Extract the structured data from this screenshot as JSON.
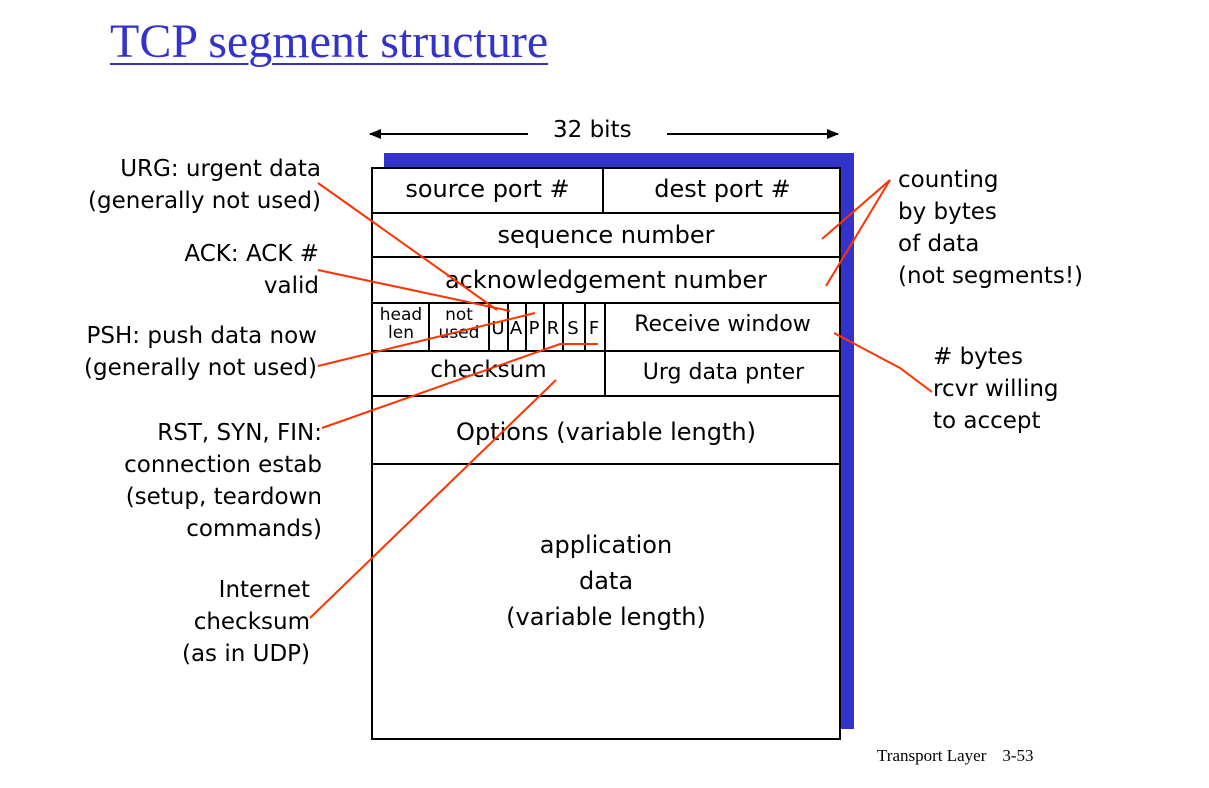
{
  "title": "TCP segment structure",
  "footer": {
    "section": "Transport Layer",
    "page": "3-53"
  },
  "width_label": "32 bits",
  "rows": {
    "ports": {
      "left": "source port #",
      "right": "dest port #"
    },
    "sequence": "sequence number",
    "ack": "acknowledgement number",
    "flags_row": {
      "head_len": [
        "head",
        "len"
      ],
      "not_used": [
        "not",
        "used"
      ],
      "flags": [
        "U",
        "A",
        "P",
        "R",
        "S",
        "F"
      ],
      "receive_window": "Receive window"
    },
    "checksum_row": {
      "left": "checksum",
      "right": "Urg data pnter"
    },
    "options": "Options (variable length)",
    "data": [
      "application",
      "data",
      "(variable length)"
    ]
  },
  "annotations": {
    "urg": [
      "URG: urgent data",
      "(generally not used)"
    ],
    "ack": [
      "ACK: ACK #",
      "valid"
    ],
    "psh": [
      "PSH: push data now",
      "(generally not used)"
    ],
    "rst": [
      "RST, SYN, FIN:",
      "connection estab",
      "(setup, teardown",
      "commands)"
    ],
    "checksum": [
      "Internet",
      "checksum",
      "(as in UDP)"
    ],
    "counting": [
      "counting",
      "by bytes",
      "of data",
      "(not segments!)"
    ],
    "rcvr": [
      "# bytes",
      "rcvr willing",
      "to accept"
    ]
  },
  "colors": {
    "title": "#3333cc",
    "shadow": "#3333cc",
    "pointer": "#ff3300"
  }
}
